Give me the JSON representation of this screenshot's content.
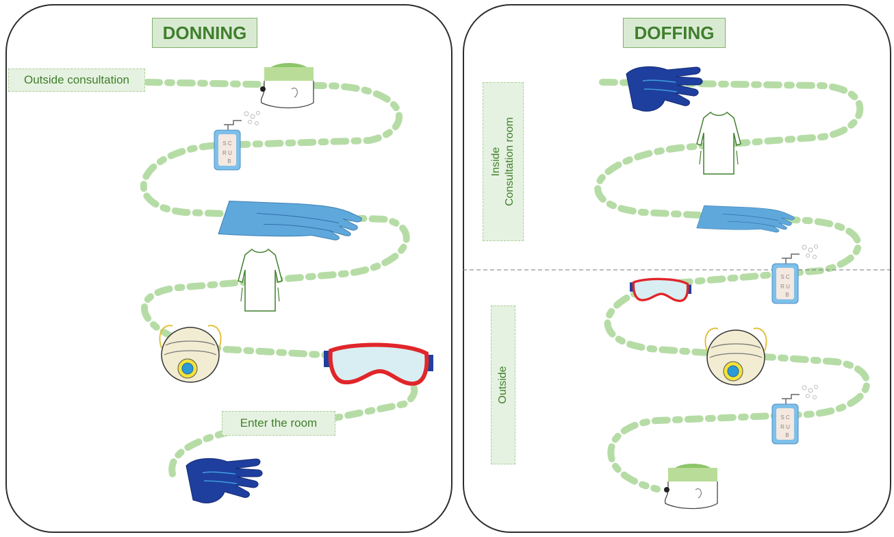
{
  "donning": {
    "title": "DONNING",
    "labels": {
      "start": "Outside consultation",
      "end": "Enter the room"
    }
  },
  "doffing": {
    "title": "DOFFING",
    "zones": {
      "inside_line1": "Inside",
      "inside_line2": "Consultation room",
      "outside": "Outside"
    }
  },
  "colors": {
    "path": "#b6dca6",
    "title_fill": "#d9ead3",
    "title_text": "#3f7f2c",
    "glove_blue": "#1f3f9e",
    "exam_glove": "#5fa8dc",
    "goggle_frame": "#e0262a",
    "cap_green": "#8cc56a",
    "gown_line": "#3f7f2c"
  },
  "icons": {
    "donning": [
      "cap-icon",
      "hand-sanitizer-icon",
      "exam-glove-icon",
      "gown-icon",
      "respirator-mask-icon",
      "goggles-icon",
      "glove-icon"
    ],
    "doffing": [
      "glove-icon",
      "gown-icon",
      "exam-glove-icon",
      "hand-sanitizer-icon",
      "goggles-icon",
      "respirator-mask-icon",
      "hand-sanitizer-icon",
      "cap-icon"
    ]
  }
}
